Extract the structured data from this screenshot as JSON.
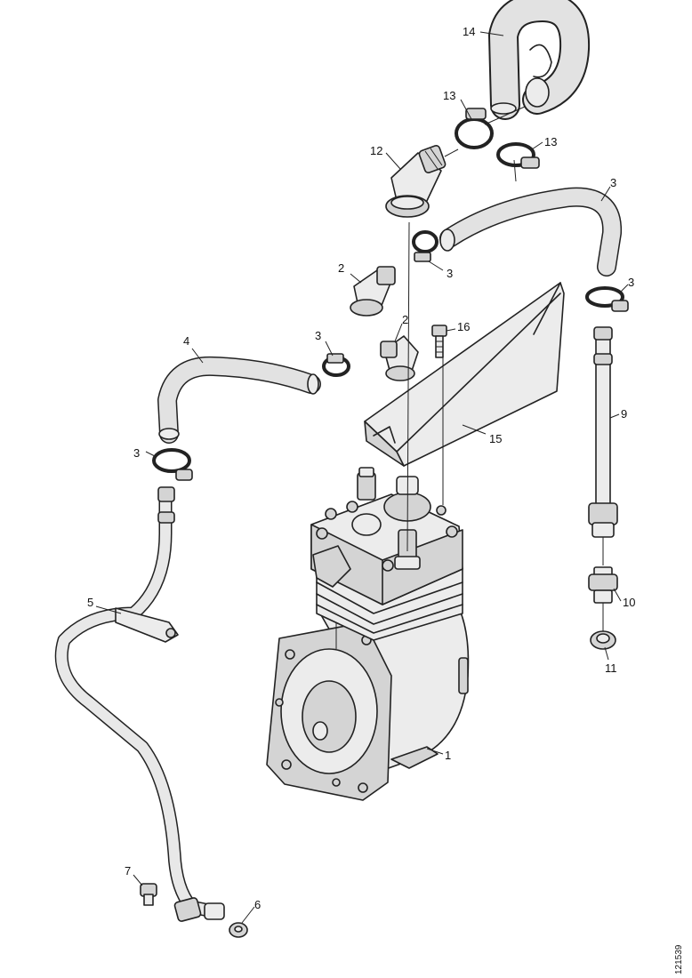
{
  "diagram": {
    "labels": {
      "l1": "1",
      "l2a": "2",
      "l2b": "2",
      "l3a": "3",
      "l3b": "3",
      "l3c": "3",
      "l3d": "3",
      "l3e": "3",
      "l4": "4",
      "l5": "5",
      "l6": "6",
      "l7": "7",
      "l9": "9",
      "l10": "10",
      "l11": "11",
      "l12": "12",
      "l13a": "13",
      "l13b": "13",
      "l14": "14",
      "l15": "15",
      "l16": "16"
    },
    "reference_code": "121539"
  }
}
